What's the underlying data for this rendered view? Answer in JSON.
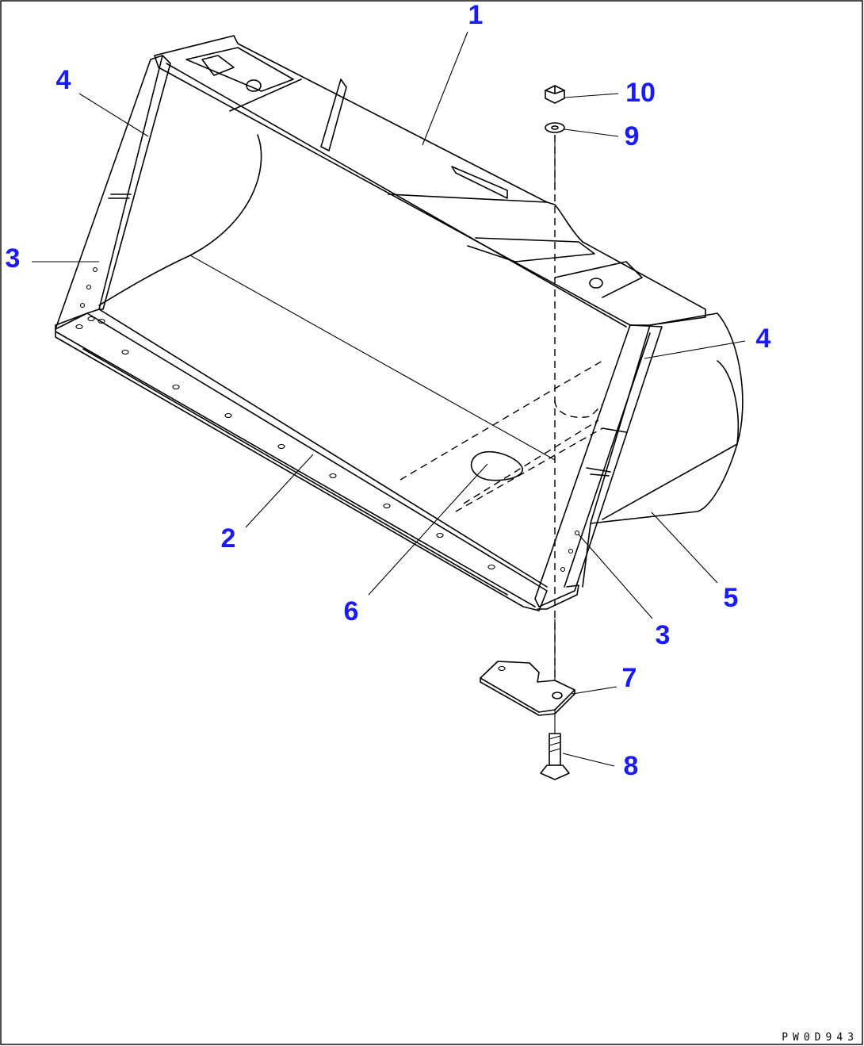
{
  "figure": {
    "drawing_code": "PW0D943",
    "callouts": {
      "c1": "1",
      "c2": "2",
      "c3_left": "3",
      "c3_right": "3",
      "c4_left": "4",
      "c4_right": "4",
      "c5": "5",
      "c6": "6",
      "c7": "7",
      "c8": "8",
      "c9": "9",
      "c10": "10"
    },
    "colors": {
      "callout_text": "#1a1aff",
      "line_art": "#000000",
      "background": "#ffffff"
    }
  }
}
